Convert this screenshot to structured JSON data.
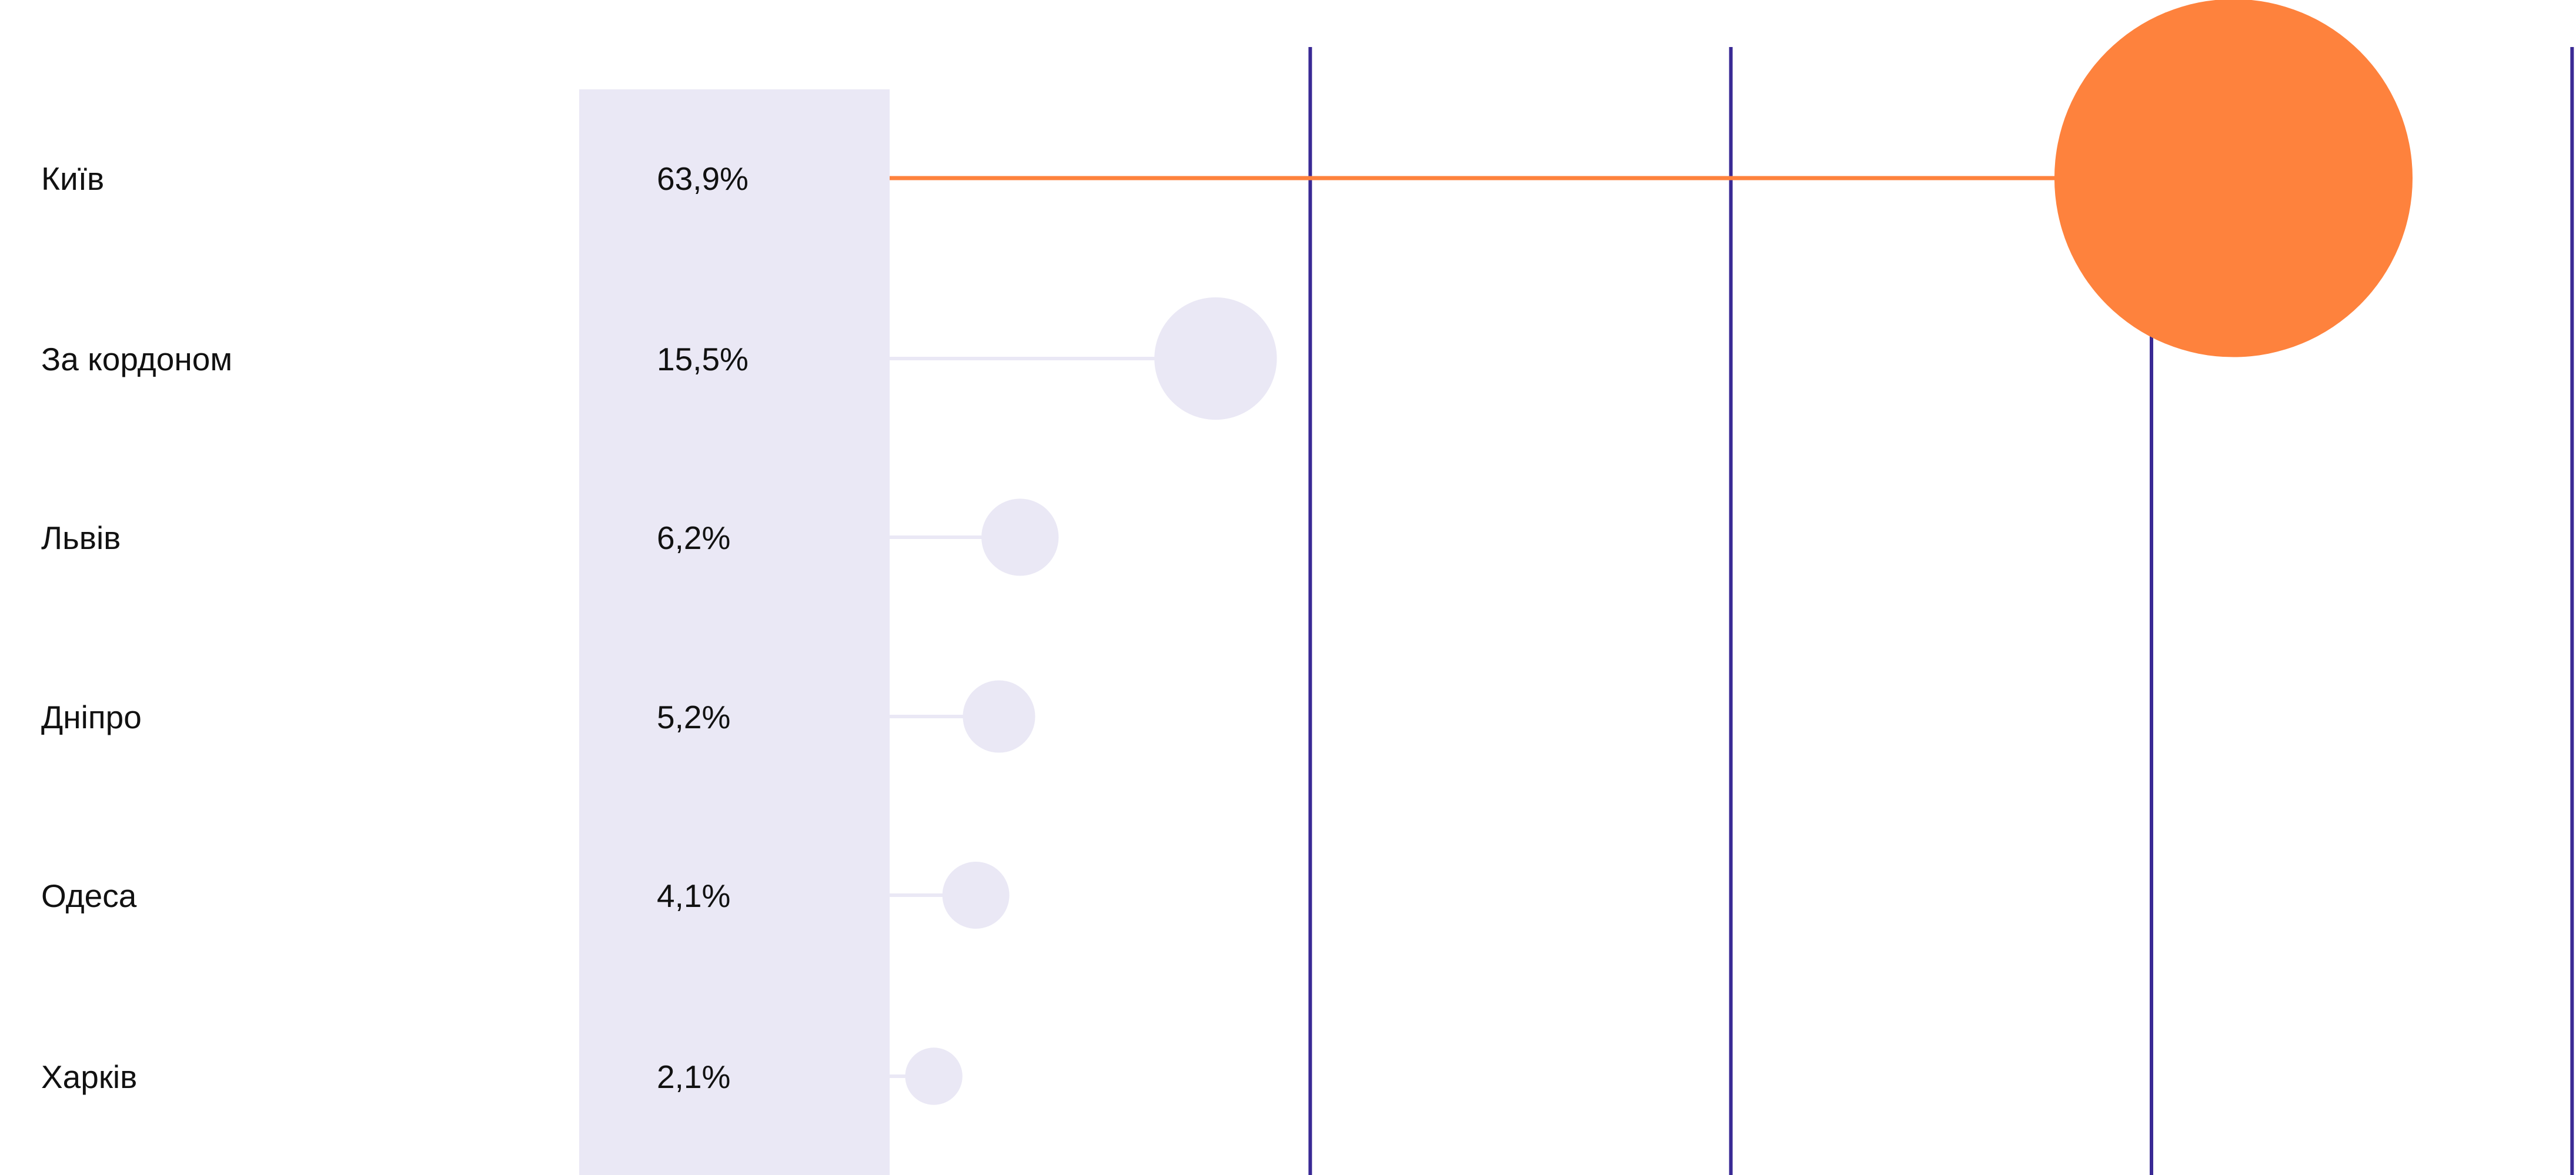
{
  "chart_data": {
    "type": "lollipop",
    "categories": [
      "Київ",
      "За кордоном",
      "Львів",
      "Дніпро",
      "Одеса",
      "Харків"
    ],
    "values": [
      63.9,
      15.5,
      6.2,
      5.2,
      4.1,
      2.1
    ],
    "value_labels": [
      "63,9%",
      "15,5%",
      "6,2%",
      "5,2%",
      "4,1%",
      "2,1%"
    ],
    "highlight_category": "Київ",
    "xlim": [
      0,
      80
    ],
    "gridlines_x": [
      20,
      40,
      60,
      80
    ],
    "grid": true
  },
  "colors": {
    "highlight": "#fe823d",
    "muted": "#eae8f5",
    "band": "#eae8f5",
    "gridline": "#3a2a95",
    "text": "#111111"
  }
}
